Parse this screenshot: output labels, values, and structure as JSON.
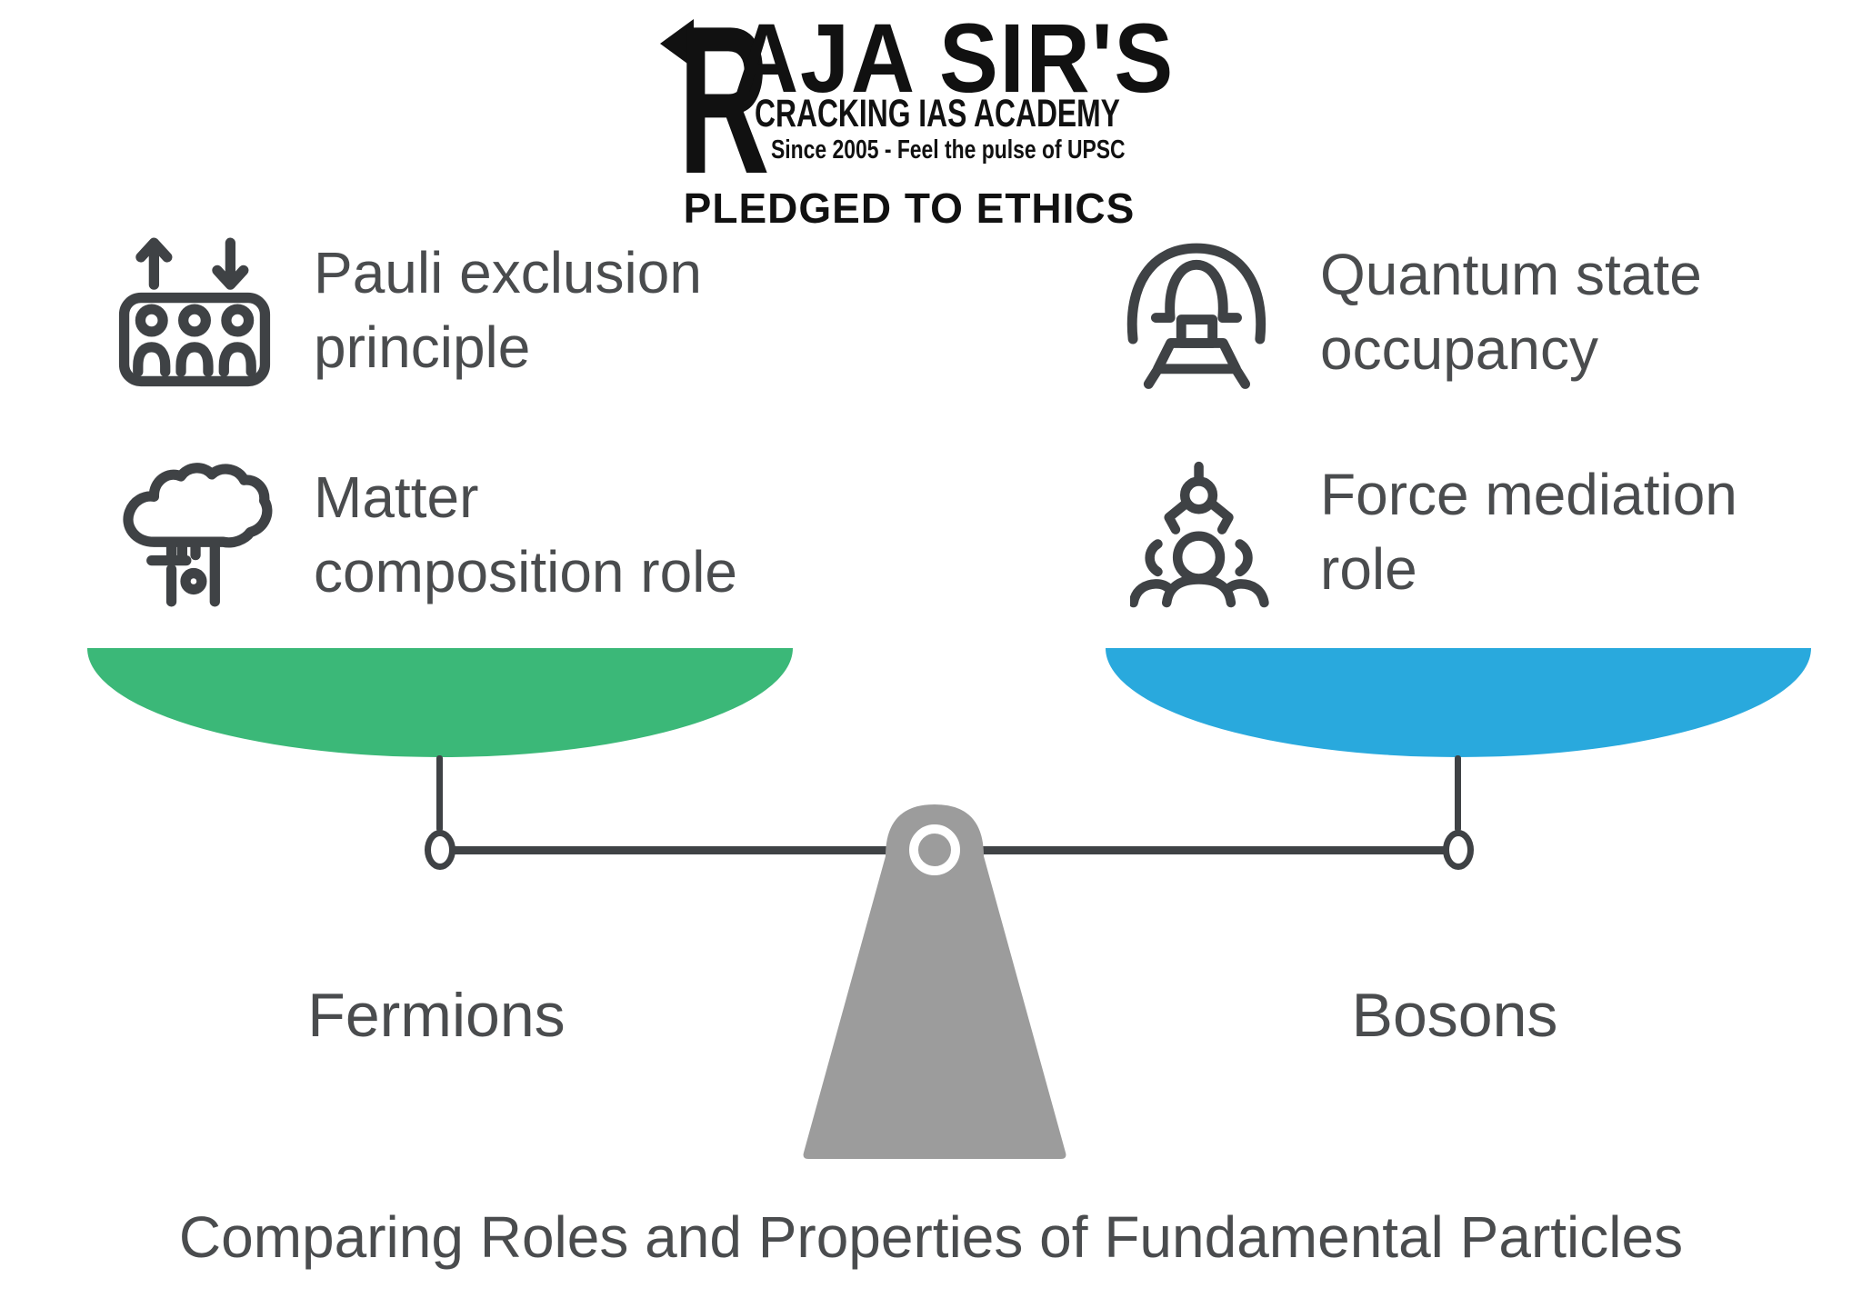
{
  "theme": {
    "green": "#3bb878",
    "blue": "#29a9dd",
    "ink": "#3f4245",
    "text": "#4a4c4e",
    "fulcrum": "#9c9c9c",
    "logo_black": "#111111"
  },
  "logo": {
    "monogram": "R",
    "title_rest": "AJA SIR'S",
    "subtitle": "CRACKING IAS ACADEMY",
    "tagline": "Since 2005 - Feel the pulse of UPSC",
    "motto": "PLEDGED TO ETHICS"
  },
  "balance": {
    "caption": "Comparing Roles and Properties of Fundamental Particles",
    "left_side": {
      "label": "Fermions",
      "pan_color": "#3bb878",
      "features": [
        {
          "icon": "elevator-people-icon",
          "lines": [
            "Pauli exclusion",
            "principle"
          ]
        },
        {
          "icon": "tree-icon",
          "lines": [
            "Matter",
            "composition role"
          ]
        }
      ]
    },
    "right_side": {
      "label": "Bosons",
      "pan_color": "#29a9dd",
      "features": [
        {
          "icon": "tunnel-train-icon",
          "lines": [
            "Quantum state",
            "occupancy"
          ]
        },
        {
          "icon": "claw-person-icon",
          "lines": [
            "Force mediation",
            "role"
          ]
        }
      ]
    }
  }
}
